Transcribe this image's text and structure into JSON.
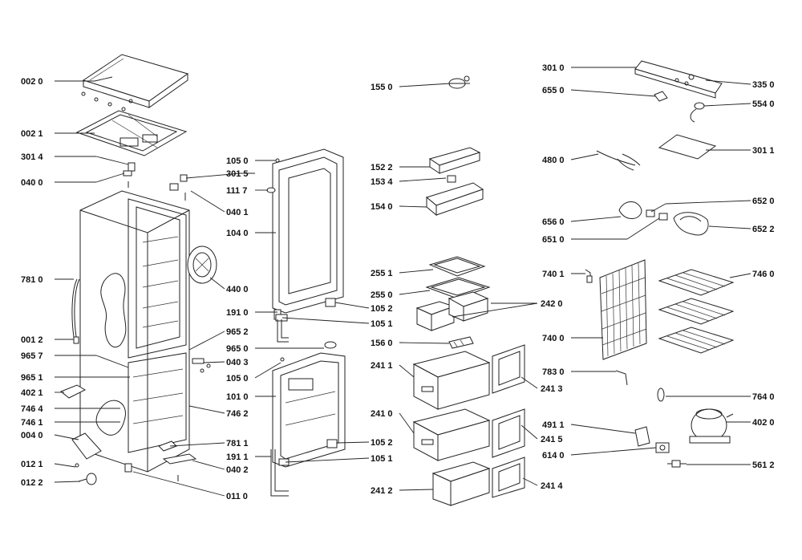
{
  "diagram": {
    "labels": {
      "l0020": "002 0",
      "l0021": "002 1",
      "l3014": "301 4",
      "l0400": "040 0",
      "l7810": "781 0",
      "l0012": "001 2",
      "l9657": "965 7",
      "l9651": "965 1",
      "l4021": "402 1",
      "l7464": "746 4",
      "l7461": "746 1",
      "l0040": "004 0",
      "l0121": "012 1",
      "l0122": "012 2",
      "l1050a": "105 0",
      "l3015": "301 5",
      "l1117": "111 7",
      "l0401": "040 1",
      "l1040": "104 0",
      "l4400": "440 0",
      "l1910": "191 0",
      "l9652": "965 2",
      "l9650": "965 0",
      "l0403": "040 3",
      "l1050b": "105 0",
      "l1010": "101 0",
      "l7462": "746 2",
      "l7811": "781 1",
      "l1911": "191 1",
      "l0402": "040 2",
      "l0110": "011 0",
      "l1052a": "105 2",
      "l1051a": "105 1",
      "l1052b": "105 2",
      "l1051b": "105 1",
      "l1550": "155 0",
      "l1522": "152 2",
      "l1534": "153 4",
      "l1540": "154 0",
      "l2551": "255 1",
      "l2550": "255 0",
      "l2420": "242 0",
      "l1560": "156 0",
      "l2411": "241 1",
      "l2410": "241 0",
      "l2412": "241 2",
      "l2413": "241 3",
      "l2415": "241 5",
      "l2414": "241 4",
      "l3010": "301 0",
      "l6550": "655 0",
      "l3350": "335 0",
      "l5540": "554 0",
      "l4800": "480 0",
      "l3011": "301 1",
      "l6520": "652 0",
      "l6560": "656 0",
      "l6510": "651 0",
      "l6522": "652 2",
      "l7401": "740 1",
      "l7460": "746 0",
      "l7400": "740 0",
      "l7830": "783 0",
      "l7640": "764 0",
      "l4911": "491 1",
      "l4020": "402 0",
      "l6140": "614 0",
      "l5612": "561 2"
    }
  }
}
